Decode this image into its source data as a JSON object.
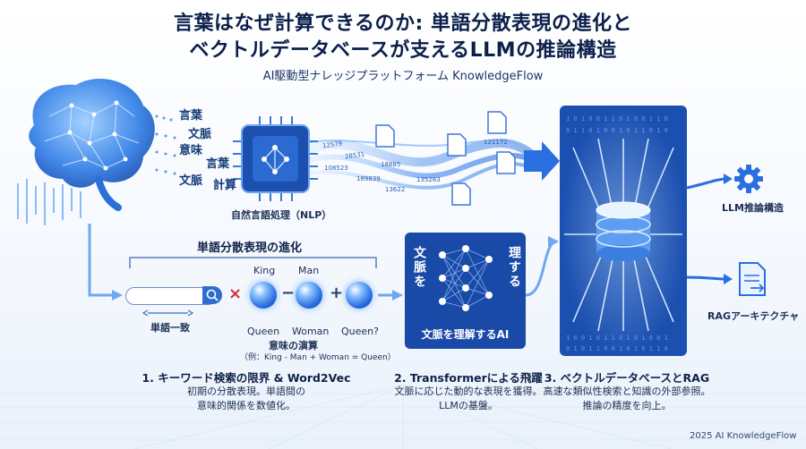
{
  "header": {
    "title_line1": "言葉はなぜ計算できるのか: 単語分散表現の進化と",
    "title_line2": "ベクトルデータベースが支えるLLMの推論構造",
    "subtitle": "AI駆動型ナレッジプラットフォーム KnowledgeFlow"
  },
  "brain_words": [
    "言葉",
    "文脈",
    "意味",
    "言葉",
    "文脈",
    "計算"
  ],
  "stream_numbers": [
    "12579",
    "28531",
    "18885",
    "108523",
    "189839",
    "135263",
    "13622",
    "121172"
  ],
  "nlp_label": "自然言語処理（NLP）",
  "section1": {
    "heading": "単語分散表現の進化",
    "search_label": "単語一致",
    "king": "King",
    "man": "Man",
    "queen": "Queen",
    "woman": "Woman",
    "queen_q": "Queen?",
    "operator_x": "×",
    "operator_minus": "−",
    "operator_plus": "+",
    "ops_title": "意味の演算",
    "ops_example": "（例：King - Man + Woman = Queen）",
    "caption_title": "1. キーワード検索の限界 & Word2Vec",
    "caption_line1": "初期の分散表現。単語間の",
    "caption_line2": "意味的関係を数値化。"
  },
  "section2": {
    "left_vertical": "文脈を",
    "right_vertical": "理する",
    "panel_label": "文脈を理解するAI",
    "caption_title": "2. Transformerによる飛躍",
    "caption_line1": "文脈に応じた動的な表現を獲得。",
    "caption_line2": "LLMの基盤。"
  },
  "section3": {
    "llm_label": "LLM推論構造",
    "rag_label": "RAGアーキテクチャ",
    "caption_title": "3. ベクトルデータベースとRAG",
    "caption_line1": "高速な類似性検索と知識の外部参照。",
    "caption_line2": "推論の精度を向上。"
  },
  "footer": "2025 AI KnowledgeFlow",
  "icons": [
    "brain-icon",
    "chip-icon",
    "document-icon",
    "database-icon",
    "gear-icon",
    "rag-document-icon",
    "search-icon",
    "neural-network-icon"
  ],
  "colors": {
    "primary": "#1f5fc9",
    "dark_panel": "#143f96",
    "accent_red": "#d0303a"
  }
}
